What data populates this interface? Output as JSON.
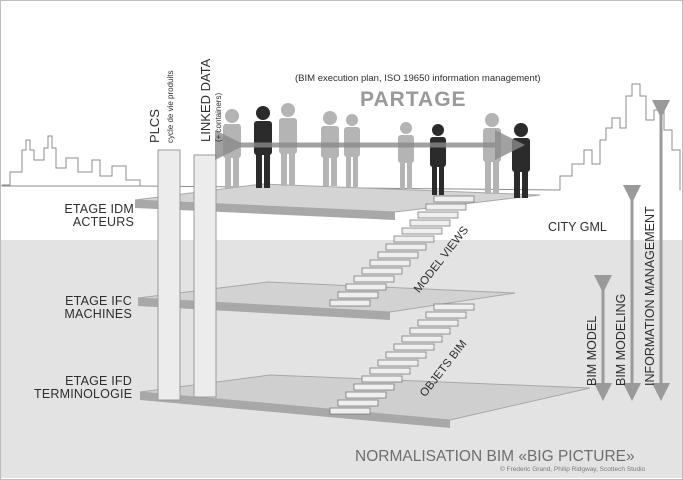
{
  "header": {
    "subtitle": "(BIM execution plan, ISO 19650 information management)",
    "title": "PARTAGE"
  },
  "columns": {
    "plcs": "PLCS",
    "plcs_sub": "cycle de vie produits",
    "linked_data": "LINKED DATA",
    "linked_data_sub": "(+ containers)"
  },
  "levels": [
    {
      "line1": "ETAGE IDM",
      "line2": "ACTEURS"
    },
    {
      "line1": "ETAGE IFC",
      "line2": "MACHINES"
    },
    {
      "line1": "ETAGE IFD",
      "line2": "TERMINOLOGIE"
    }
  ],
  "stairs": {
    "upper": "MODEL VIEWS",
    "lower": "OBJETS BIM"
  },
  "side": {
    "city_gml": "CITY GML"
  },
  "scales": {
    "bim_model": "BIM MODEL",
    "bim_modeling": "BIM MODELING",
    "information_management": "INFORMATION MANAGEMENT"
  },
  "footer": {
    "title": "NORMALISATION BIM «BIG PICTURE»",
    "credit": "© Frederic Grand, Philip Ridgway, Scottech Studio"
  },
  "colors": {
    "ground": "#e3e3e3",
    "slab": "#c4c4c4",
    "figure_dark": "#2b2b2b",
    "figure_light": "#b4b4b4"
  }
}
